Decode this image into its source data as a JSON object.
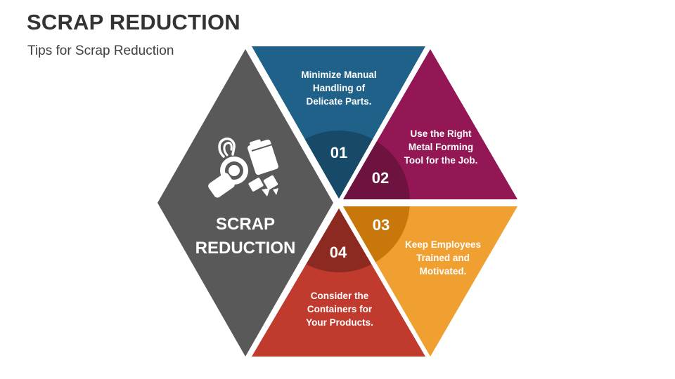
{
  "header": {
    "title": "SCRAP REDUCTION",
    "subtitle": "Tips for Scrap Reduction"
  },
  "center": {
    "label_line1": "SCRAP",
    "label_line2": "REDUCTION",
    "icon": "scrap-parts-icon",
    "color": "#595959"
  },
  "segments": [
    {
      "number": "01",
      "lines": [
        "Minimize Manual",
        "Handling of",
        "Delicate Parts."
      ],
      "color": "#1F6189"
    },
    {
      "number": "02",
      "lines": [
        "Use the Right",
        "Metal Forming",
        "Tool for the Job."
      ],
      "color": "#941755"
    },
    {
      "number": "03",
      "lines": [
        "Keep Employees",
        "Trained and",
        "Motivated."
      ],
      "color": "#F0A030"
    },
    {
      "number": "04",
      "lines": [
        "Consider the",
        "Containers for",
        "Your Products."
      ],
      "color": "#C03A2E"
    }
  ]
}
